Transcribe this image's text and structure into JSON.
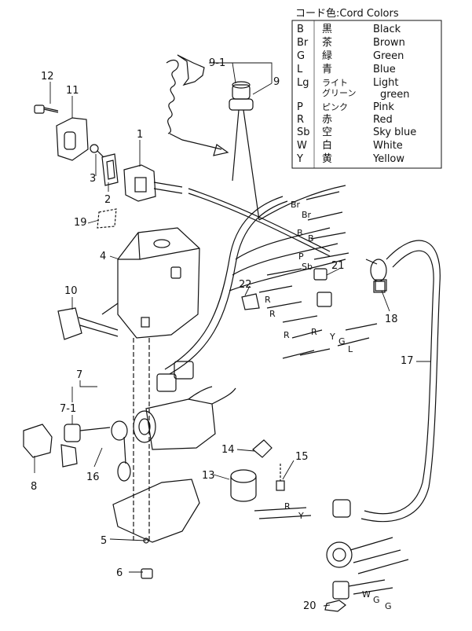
{
  "legend": {
    "title": "コード色:Cord Colors",
    "rows": [
      {
        "code": "B",
        "jp": "黒",
        "en": "Black"
      },
      {
        "code": "Br",
        "jp": "茶",
        "en": "Brown"
      },
      {
        "code": "G",
        "jp": "緑",
        "en": "Green"
      },
      {
        "code": "L",
        "jp": "青",
        "en": "Blue"
      },
      {
        "code": "Lg",
        "jp": "ライト",
        "jp2": "グリーン",
        "en": "Light",
        "en2": "green"
      },
      {
        "code": "P",
        "jp": "ピンク",
        "en": "Pink"
      },
      {
        "code": "R",
        "jp": "赤",
        "en": "Red"
      },
      {
        "code": "Sb",
        "jp": "空",
        "en": "Sky blue"
      },
      {
        "code": "W",
        "jp": "白",
        "en": "White"
      },
      {
        "code": "Y",
        "jp": "黄",
        "en": "Yellow"
      }
    ]
  },
  "parts": {
    "p1": "1",
    "p2": "2",
    "p3": "3",
    "p4": "4",
    "p5": "5",
    "p6": "6",
    "p7": "7",
    "p7_1": "7-1",
    "p8": "8",
    "p9": "9",
    "p9_1": "9-1",
    "p10": "10",
    "p11": "11",
    "p12": "12",
    "p13": "13",
    "p14": "14",
    "p15": "15",
    "p16": "16",
    "p17": "17",
    "p18": "18",
    "p19": "19",
    "p20": "20",
    "p21": "21",
    "p22": "22"
  },
  "wires": {
    "br1": "Br",
    "br2": "Br",
    "b1": "B",
    "b2": "B",
    "p": "P",
    "sb": "Sb",
    "r1": "R",
    "r2": "R",
    "r3": "R",
    "r4": "R",
    "y1": "Y",
    "g1": "G",
    "l1": "L",
    "r5": "R",
    "y2": "Y",
    "w": "W",
    "g2": "G",
    "g3": "G"
  }
}
